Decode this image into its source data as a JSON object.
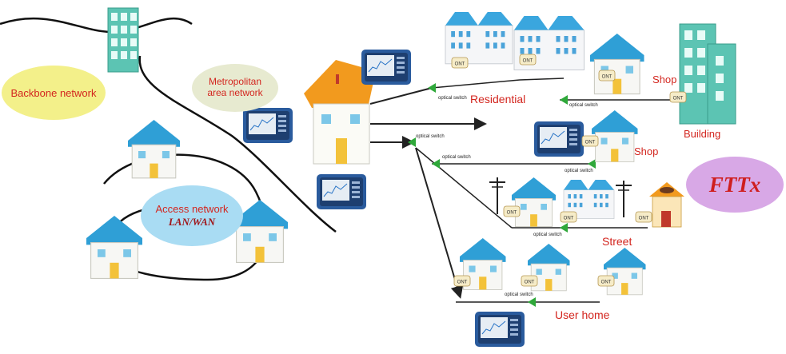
{
  "labels": {
    "backbone": "Backbone network",
    "metro_line1": "Metropolitan",
    "metro_line2": "area network",
    "access_line1": "Access network",
    "access_line2": "LAN/WAN",
    "residential": "Residential",
    "shop_top": "Shop",
    "building": "Building",
    "shop_mid": "Shop",
    "street": "Street",
    "user_home": "User home",
    "fttx": "FTTx"
  },
  "switch_label": "optical switch",
  "ont_label": "ONT",
  "colors": {
    "label_red": "#d3261f",
    "backbone_bg": "#f3f08a",
    "metro_bg": "#e7ead0",
    "access_bg": "#a9dcf3",
    "fttx_bg": "#d8a8e6",
    "fttx_text": "#cf1e1e",
    "roof_blue": "#2f9fd6",
    "roof_orange": "#f29a1e",
    "switch_green": "#2fa83a",
    "building_teal": "#5cc4b3"
  }
}
